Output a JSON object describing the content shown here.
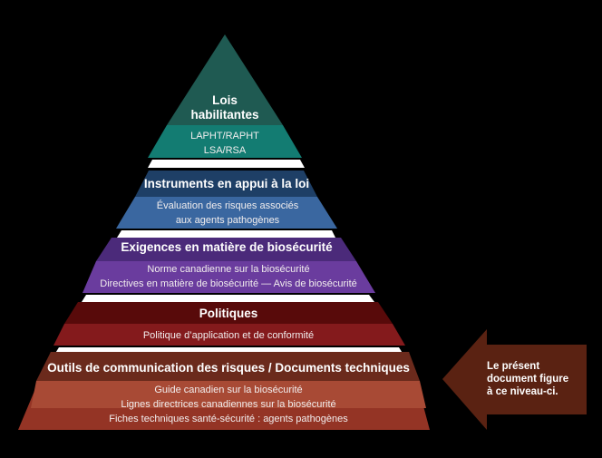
{
  "pyramid": {
    "tiers": [
      {
        "title_line1": "Lois",
        "title_line2": "habilitantes",
        "items": [
          "LAPHT/RAPHT",
          "LSA/RSA"
        ],
        "colors": {
          "header": "#1f5a52",
          "body": "#137c72"
        }
      },
      {
        "title": "Instruments en appui à la loi",
        "items": [
          "Évaluation des risques associés",
          "aux agents pathogènes"
        ],
        "colors": {
          "header": "#1e3f66",
          "body": "#3a67a0"
        }
      },
      {
        "title": "Exigences en matière de biosécurité",
        "items": [
          "Norme canadienne sur la biosécurité",
          "Directives en matière de biosécurité — Avis de biosécurité"
        ],
        "colors": {
          "header": "#4b2a7a",
          "body": "#6a3c9e"
        }
      },
      {
        "title": "Politiques",
        "items": [
          "Politique d’application et de conformité"
        ],
        "colors": {
          "header": "#580a0a",
          "body": "#841a1c"
        }
      },
      {
        "title": "Outils de communication des risques / Documents techniques",
        "items": [
          "Guide canadien sur la biosécurité",
          "Lignes directrices canadiennes sur la biosécurité",
          "Fiches techniques santé-sécurité : agents pathogènes"
        ],
        "colors": {
          "header": "#6b2a1c",
          "body": "#943425",
          "highlight": "#a84a35"
        }
      }
    ]
  },
  "callout": {
    "text": "Le présent\ndocument figure\nà ce niveau-ci.",
    "color": "#5a2212"
  }
}
